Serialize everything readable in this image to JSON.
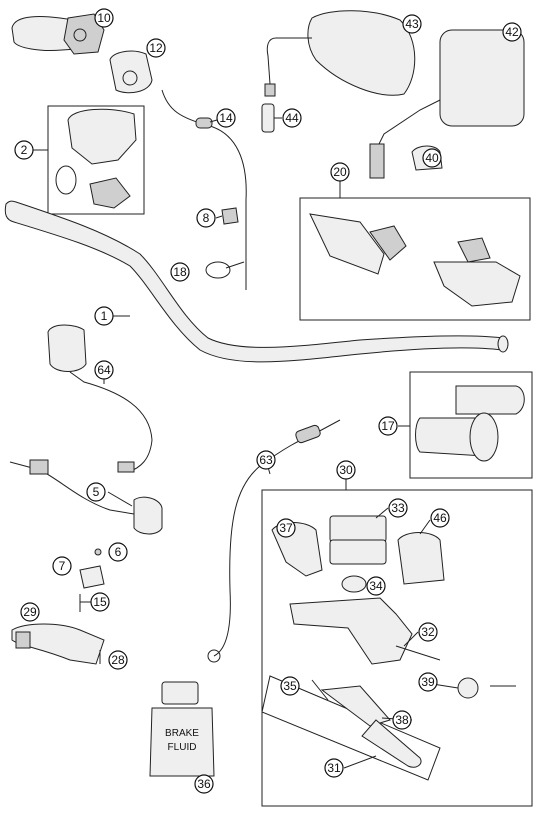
{
  "callouts": [
    "10",
    "12",
    "43",
    "42",
    "2",
    "14",
    "44",
    "40",
    "20",
    "8",
    "18",
    "1",
    "64",
    "17",
    "63",
    "30",
    "5",
    "33",
    "46",
    "37",
    "6",
    "7",
    "34",
    "15",
    "29",
    "28",
    "32",
    "39",
    "35",
    "38",
    "31",
    "36"
  ],
  "bottle_label": [
    "BRAKE",
    "FLUID"
  ],
  "colors": {
    "line": "#222222",
    "fill": "#efefef",
    "shade": "#cfcfcf"
  }
}
